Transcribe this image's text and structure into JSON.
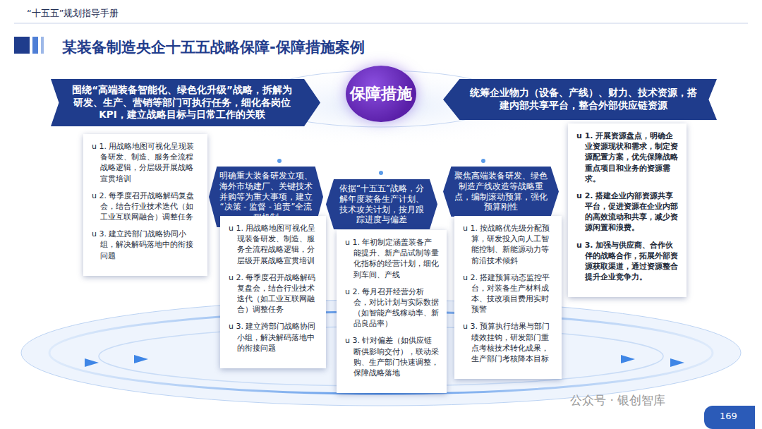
{
  "diagram": {
    "title": "某装备制造央企十五五战略保障-保障措施案例",
    "nodes": [
      {
        "text": [
          "围绕“高端装备智能化、绿色化升级”战略，拆解为研发、生产、营销等部门可执行任务，细化各岗位KPI，建立战略目标与日常工作的关联"
        ]
      },
      {
        "text": [
          "保障措施"
        ]
      },
      {
        "text": [
          "统筹企业物力（设备、产线）、财力、技术资源，搭建内部共享平台，整合外部供应链资源"
        ]
      },
      {
        "text": [
          "u 1. 用战略地图可视化呈现装备研发、制造、服务全流程战略逻辑，分层级开展战略宣贯培训",
          "u 2. 每季度召开战略解码复盘会，结合行业技术迭代（如工业互联网融合）调整任务",
          "u 3. 建立跨部门战略协同小组，解决解码落地中的衔接问题"
        ]
      },
      {
        "text": [
          "明确重大装备研发立项、海外市场建厂、关键技术并购等为重大事项，建立“决策 - 监督 - 追责”全流程机制"
        ]
      },
      {
        "text": [
          "u 1. 用战略地图可视化呈现装备研发、制造、服务全流程战略逻辑，分层级开展战略宣贯培训",
          "u 2. 每季度召开战略解码复盘会，结合行业技术迭代（如工业互联网融合）调整任务",
          "u 3. 建立跨部门战略协同小组，解决解码落地中的衔接问题"
        ]
      },
      {
        "text": [
          "依据“十五五”战略，分解年度装备生产计划、技术攻关计划，按月跟踪进度与偏差"
        ]
      },
      {
        "text": [
          "u 1. 年初制定涵盖装备产能提升、新产品试制等量化指标的经营计划，细化到车间、产线",
          "u 2. 每月召开经营分析会，对比计划与实际数据（如智能产线稼动率、新品良品率）",
          "u 3. 针对偏差（如供应链断供影响交付），联动采购、生产部门快速调整，保障战略落地"
        ]
      },
      {
        "text": [
          "聚焦高端装备研发、绿色制造产线改造等战略重点，编制滚动预算，强化预算刚性"
        ]
      },
      {
        "text": [
          "u 1. 按战略优先级分配预算，研发投入向人工智能控制、新能源动力等前沿技术倾斜",
          "u 2. 搭建预算动态监控平台，对装备生产材料成本、技改项目费用实时预警",
          "u 3. 预算执行结果与部门绩效挂钩，研发部门重点考核技术转化成果，生产部门考核降本目标"
        ]
      },
      {
        "text": [
          "u 1. 开展资源盘点，明确企业资源现状和需求，制定资源配置方案，优先保障战略重点项目和业务的资源需求。",
          "u 2. 搭建企业内部资源共享平台，促进资源在企业内部的高效流动和共享，减少资源闲置和浪费。",
          "u 3. 加强与供应商、合作伙伴的战略合作，拓展外部资源获取渠道，通过资源整合提升企业竞争力。"
        ]
      }
    ],
    "labels": [
      "“十五五”规划指导手册",
      "公众号 · 银创智库",
      "169"
    ]
  }
}
